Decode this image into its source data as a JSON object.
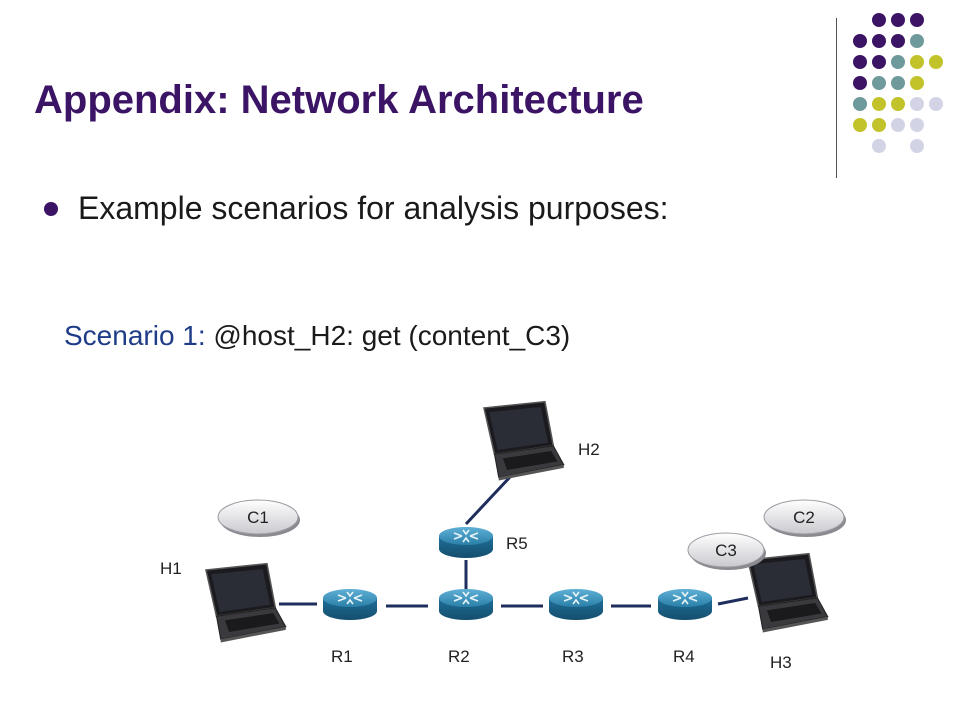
{
  "slide": {
    "title": "Appendix: Network Architecture",
    "bullet": "Example scenarios for analysis purposes:",
    "scenario_prefix": "Scenario 1: ",
    "scenario_rest": "@host_H2: get (content_C3)"
  },
  "colors": {
    "title": "#3b1466",
    "scenario_prefix": "#1f3c88",
    "link": "#1e2d5c",
    "router": "#2a7fa8",
    "deco_purple": "#3b1466",
    "deco_teal": "#6f9a9b",
    "deco_yellow": "#c2c22a",
    "deco_lavender": "#d3d3e6"
  },
  "diagram": {
    "routers": [
      "R1",
      "R2",
      "R3",
      "R4",
      "R5"
    ],
    "hosts": [
      "H1",
      "H2",
      "H3"
    ],
    "contents": [
      "C1",
      "C2",
      "C3"
    ]
  }
}
